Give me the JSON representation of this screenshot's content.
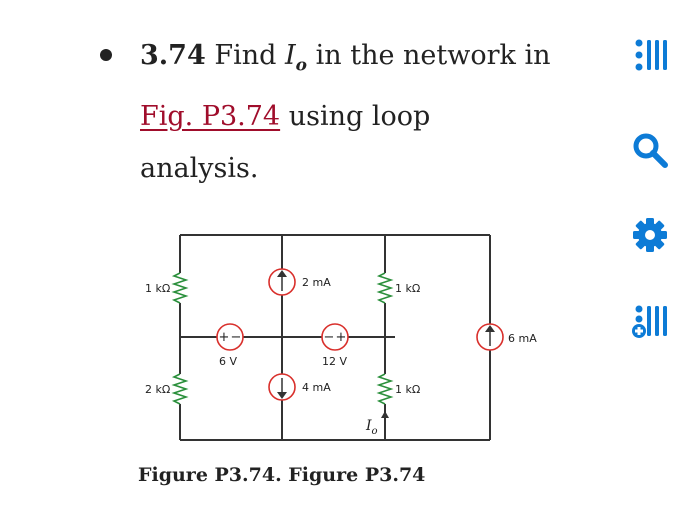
{
  "problem": {
    "number": "3.74",
    "text_before_var": "Find",
    "variable": "I",
    "variable_subscript": "o",
    "text_after_var": "in the network in",
    "figure_link": "Fig. P3.74",
    "text_after_link": "using loop",
    "text_end": "analysis."
  },
  "toolbar": {
    "icons": [
      "list-icon",
      "search-icon",
      "gear-icon",
      "add-list-icon"
    ],
    "accent_color": "#0d7bd6"
  },
  "circuit": {
    "labels": {
      "r_top_left": "1 kΩ",
      "r_bottom_left": "2 kΩ",
      "src_top_mid": "2 mA",
      "src_bottom_mid": "4 mA",
      "vsrc_left": "6 V",
      "vsrc_right": "12 V",
      "r_top_right": "1 kΩ",
      "r_bottom_right": "1 kΩ",
      "src_right": "6 mA",
      "current_var": "I",
      "current_sub": "o",
      "plus_sign": "+",
      "minus_sign": "−"
    },
    "element_color": "#d9302c"
  },
  "caption": "Figure P3.74. Figure P3.74"
}
